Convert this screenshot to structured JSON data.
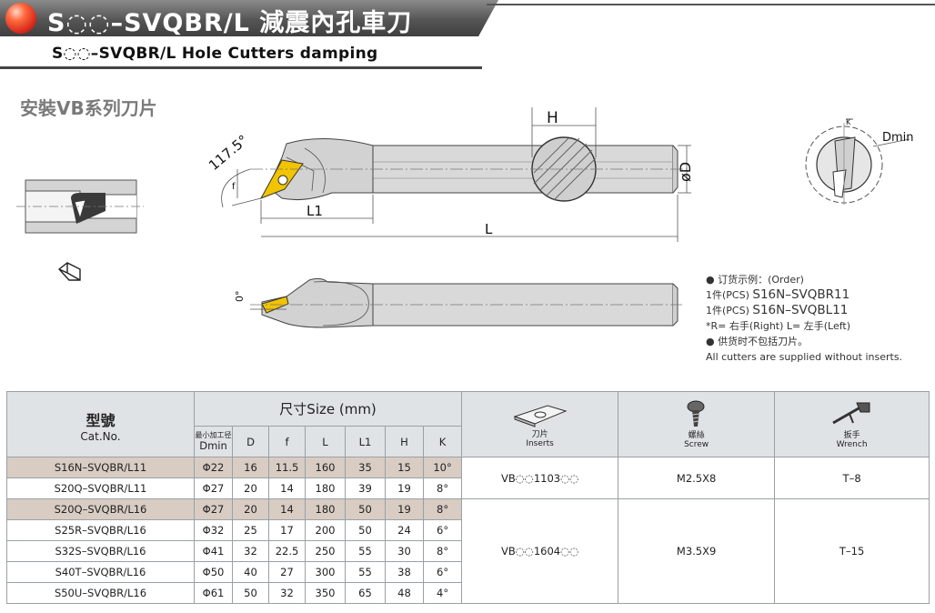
{
  "header": {
    "title": "S◌◌–SVQBR/L 減震內孔車刀",
    "subtitle": "S◌◌–SVQBR/L Hole Cutters damping",
    "section_title": "安裝VB系列刀片"
  },
  "drawing": {
    "angle_label": "117.5°",
    "zero_angle_label": "0°",
    "f_label": "f",
    "l1_label": "L1",
    "l_label": "L",
    "h_label": "H",
    "d_label": "øD",
    "k_label": "K",
    "dmin_label": "Dmin"
  },
  "notes": {
    "order_label": "● 订货示例：(Order)",
    "order_line1_prefix": "1件(PCS)",
    "order_line1_code": "S16N–SVQBR11",
    "order_line2_prefix": "1件(PCS)",
    "order_line2_code": "S16N–SVQBL11",
    "hand_note": "*R= 右手(Right)   L= 左手(Left)",
    "inserts_note_cn": "● 供货时不包括刀片。",
    "inserts_note_en": "All cutters are supplied without inserts."
  },
  "table": {
    "catno_cn": "型號",
    "catno_en": "Cat.No.",
    "size_title": "尺寸Size (mm)",
    "dmin_cn": "最小加工径",
    "columns": [
      "Dmin",
      "D",
      "f",
      "L",
      "L1",
      "H",
      "K"
    ],
    "inserts_cn": "刀片",
    "inserts_en": "Inserts",
    "screw_cn": "螺絲",
    "screw_en": "Screw",
    "wrench_cn": "扳手",
    "wrench_en": "Wrench",
    "rows": [
      {
        "cat": "S16N–SVQBR/L11",
        "dmin": "Φ22",
        "d": "16",
        "f": "11.5",
        "l": "160",
        "l1": "35",
        "h": "15",
        "k": "10°"
      },
      {
        "cat": "S20Q–SVQBR/L11",
        "dmin": "Φ27",
        "d": "20",
        "f": "14",
        "l": "180",
        "l1": "39",
        "h": "19",
        "k": "8°"
      },
      {
        "cat": "S20Q–SVQBR/L16",
        "dmin": "Φ27",
        "d": "20",
        "f": "14",
        "l": "180",
        "l1": "50",
        "h": "19",
        "k": "8°"
      },
      {
        "cat": "S25R–SVQBR/L16",
        "dmin": "Φ32",
        "d": "25",
        "f": "17",
        "l": "200",
        "l1": "50",
        "h": "24",
        "k": "6°"
      },
      {
        "cat": "S32S–SVQBR/L16",
        "dmin": "Φ41",
        "d": "32",
        "f": "22.5",
        "l": "250",
        "l1": "55",
        "h": "30",
        "k": "8°"
      },
      {
        "cat": "S40T–SVQBR/L16",
        "dmin": "Φ50",
        "d": "40",
        "f": "27",
        "l": "300",
        "l1": "55",
        "h": "38",
        "k": "6°"
      },
      {
        "cat": "S50U–SVQBR/L16",
        "dmin": "Φ61",
        "d": "50",
        "f": "32",
        "l": "350",
        "l1": "65",
        "h": "48",
        "k": "4°"
      }
    ],
    "group1": {
      "insert": "VB◌◌1103◌◌",
      "screw": "M2.5X8",
      "wrench": "T–8"
    },
    "group2": {
      "insert": "VB◌◌1604◌◌",
      "screw": "M3.5X9",
      "wrench": "T–15"
    }
  },
  "colors": {
    "banner": "#555555",
    "insert_gold": "#f2c400",
    "table_header": "#dfe3e6",
    "row_highlight": "#d8ccc3",
    "ball_red": "#d5281a"
  }
}
